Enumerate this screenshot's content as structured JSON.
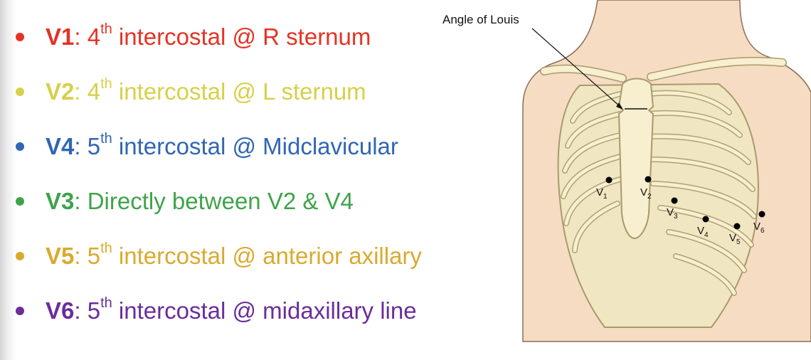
{
  "leads": [
    {
      "code": "V1",
      "sep": ": ",
      "num": "4",
      "sup": "th",
      "rest": " intercostal @ R sternum",
      "color": "#e53224"
    },
    {
      "code": "V2",
      "sep": ": ",
      "num": "4",
      "sup": "th",
      "rest": " intercostal @ L sternum",
      "color": "#d6d04a"
    },
    {
      "code": "V4",
      "sep": ": ",
      "num": "5",
      "sup": "th",
      "rest": " intercostal @ Midclavicular",
      "color": "#2f66b5"
    },
    {
      "code": "V3",
      "sep": ": ",
      "num": "",
      "sup": "",
      "rest": "Directly between V2 & V4",
      "color": "#3fa34a"
    },
    {
      "code": "V5",
      "sep": ": ",
      "num": "5",
      "sup": "th",
      "rest": " intercostal @ anterior axillary",
      "color": "#d9aa2e"
    },
    {
      "code": "V6",
      "sep": ": ",
      "num": "5",
      "sup": "th",
      "rest": " intercostal @ midaxillary line",
      "color": "#6b2d9a"
    }
  ],
  "figure": {
    "callout": "Angle of Louis",
    "skin_color": "#f6dcc3",
    "bone_color": "#f7efcf",
    "lead_labels": [
      {
        "base": "V",
        "sub": "1"
      },
      {
        "base": "V",
        "sub": "2"
      },
      {
        "base": "V",
        "sub": "3"
      },
      {
        "base": "V",
        "sub": "4"
      },
      {
        "base": "V",
        "sub": "5"
      },
      {
        "base": "V",
        "sub": "6"
      }
    ]
  }
}
